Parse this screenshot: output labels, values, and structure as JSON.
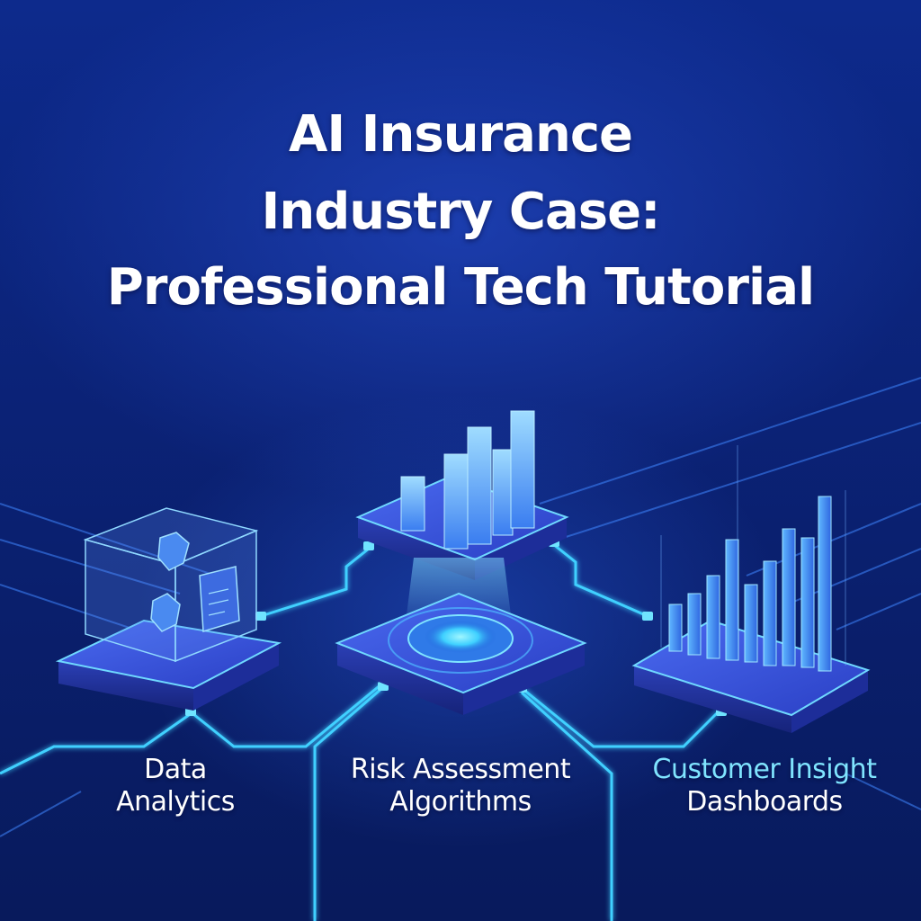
{
  "title": {
    "line1": "AI Insurance",
    "line2": "Industry Case:",
    "line3": "Professional Tech Tutorial"
  },
  "modules": [
    {
      "line1": "Data",
      "line2": "Analytics",
      "icon": "cube-data-icon"
    },
    {
      "line1": "Risk Assessment",
      "line2": "Algorithms",
      "icon": "ai-core-platform-icon"
    },
    {
      "line1": "Customer Insight",
      "line2": "Dashboards",
      "icon": "bar-chart-icon"
    }
  ],
  "colors": {
    "background": "#0b2276",
    "accent": "#3fd0ff",
    "platform": "#3554d6",
    "text": "#ffffff",
    "highlight_text": "#7fe4ff"
  }
}
